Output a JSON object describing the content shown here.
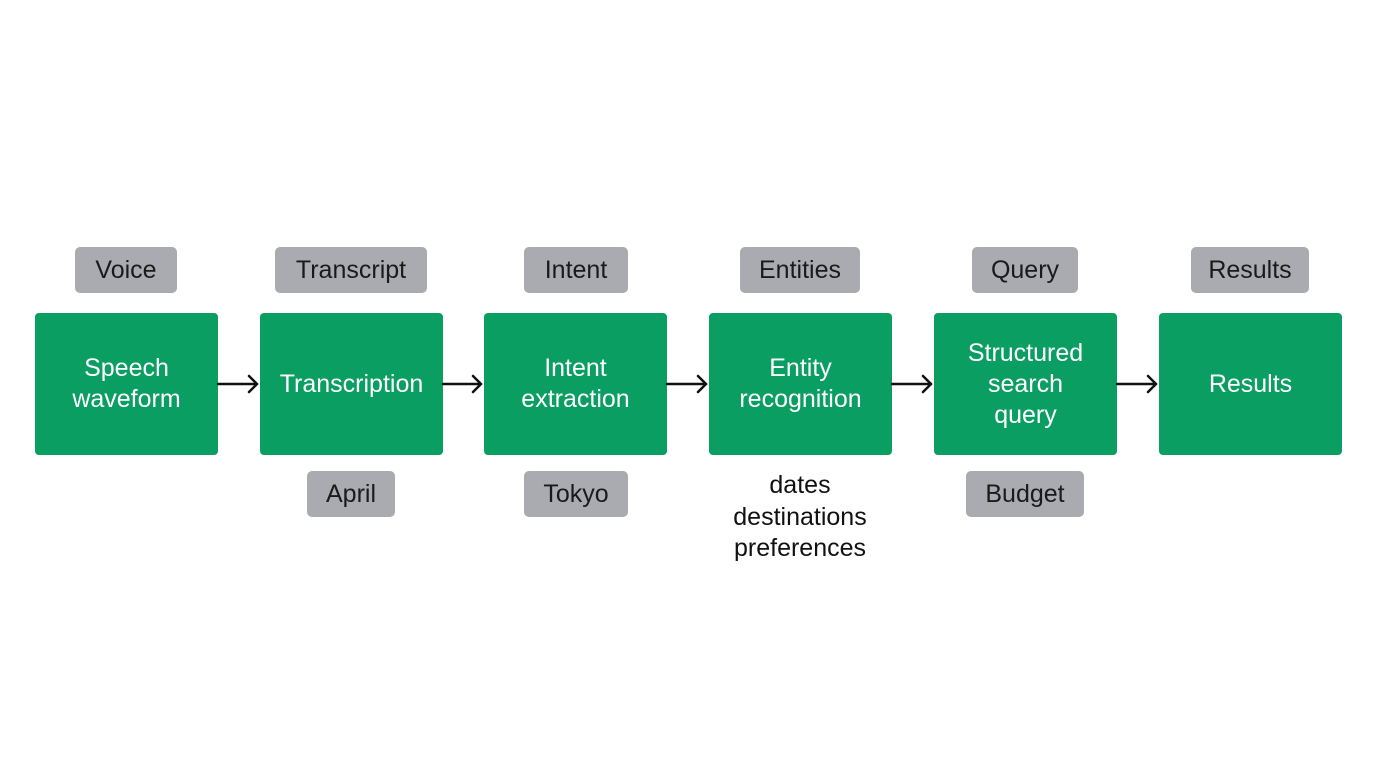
{
  "stages": [
    {
      "label": "Speech\nwaveform",
      "top_tag": "Voice"
    },
    {
      "label": "Transcription",
      "top_tag": "Transcript",
      "bottom_tag": "April"
    },
    {
      "label": "Intent\nextraction",
      "top_tag": "Intent",
      "bottom_tag": "Tokyo"
    },
    {
      "label": "Entity\nrecognition",
      "top_tag": "Entities",
      "bottom_notes": [
        "dates",
        "destinations",
        "preferences"
      ]
    },
    {
      "label": "Structured\nsearch\nquery",
      "top_tag": "Query",
      "bottom_tag": "Budget"
    },
    {
      "label": "Results",
      "top_tag": "Results"
    }
  ],
  "colors": {
    "stage_fill": "#0a9e62",
    "stage_text": "#ffffff",
    "tag_fill": "#a9abb1",
    "tag_text": "#1a1a1a",
    "arrow": "#111111"
  }
}
